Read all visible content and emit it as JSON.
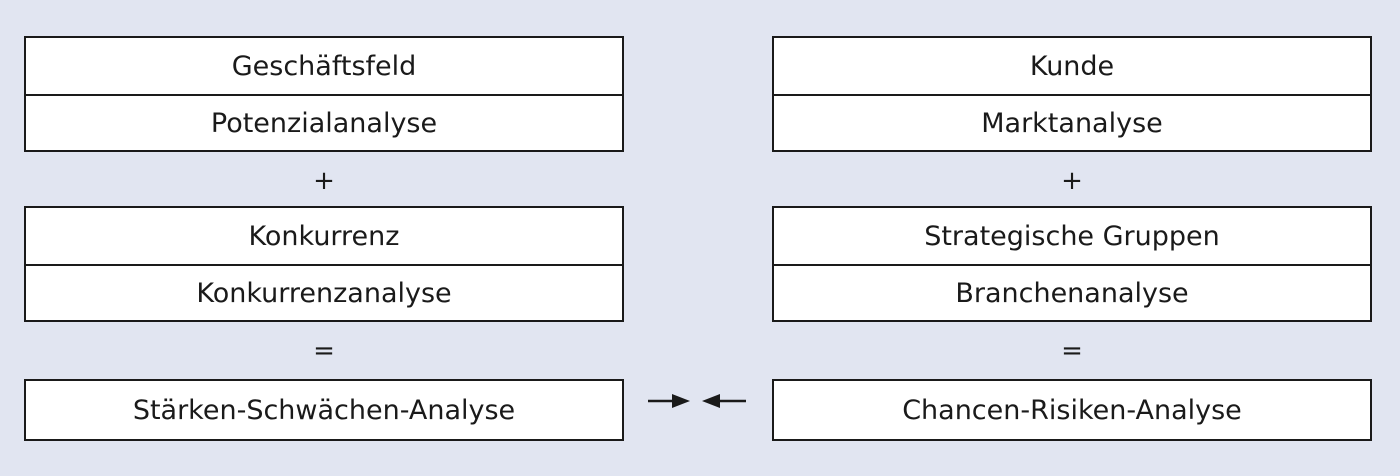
{
  "left_column": {
    "box1": {
      "title": "Geschäftsfeld",
      "analysis": "Potenzialanalyse"
    },
    "op1": "+",
    "box2": {
      "title": "Konkurrenz",
      "analysis": "Konkurrenzanalyse"
    },
    "op2": "=",
    "result": "Stärken-Schwächen-Analyse"
  },
  "right_column": {
    "box1": {
      "title": "Kunde",
      "analysis": "Marktanalyse"
    },
    "op1": "+",
    "box2": {
      "title": "Strategische Gruppen",
      "analysis": "Branchenanalyse"
    },
    "op2": "=",
    "result": "Chancen-Risiken-Analyse"
  },
  "connector_icon": "converging-arrows-icon"
}
